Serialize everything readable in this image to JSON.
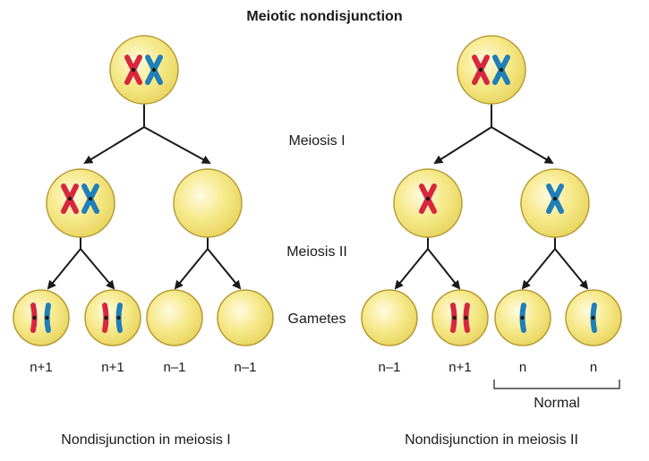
{
  "title": "Meiotic nondisjunction",
  "stages": {
    "meiosis1": "Meiosis I",
    "meiosis2": "Meiosis II",
    "gametes": "Gametes"
  },
  "left_panel": {
    "caption": "Nondisjunction in meiosis I",
    "gamete_labels": [
      "n+1",
      "n+1",
      "n–1",
      "n–1"
    ]
  },
  "right_panel": {
    "caption": "Nondisjunction in meiosis II",
    "gamete_labels": [
      "n–1",
      "n+1",
      "n",
      "n"
    ],
    "bracket_label": "Normal"
  },
  "colors": {
    "cell_fill": "#f6e98a",
    "cell_stroke": "#b89a34",
    "chromosome_red": "#d7263d",
    "chromosome_blue": "#1f7fb8",
    "centromere": "#1a1a1a",
    "arrow": "#1a1a1a"
  }
}
